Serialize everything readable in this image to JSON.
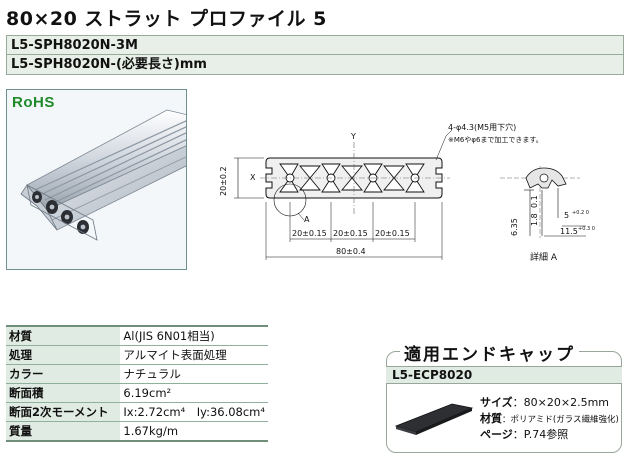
{
  "title": "80×20 ストラット プロファイル 5",
  "codes": [
    "L5-SPH8020N-3M",
    "L5-SPH8020N-(必要長さ)mm"
  ],
  "rohs": "RoHS",
  "drawing": {
    "note_hole": "4-φ4.3(M5用下穴)",
    "note_tap": "※M6やφ6まで加工できます。",
    "axis_x": "X",
    "axis_y": "Y",
    "dim_height": "20±0.2",
    "dim_pitch": [
      "20±0.15",
      "20±0.15",
      "20±0.15"
    ],
    "dim_width": "80±0.4",
    "detail_ref": "A",
    "detail_title": "詳細 A",
    "detail_dims": {
      "d1": "6.35",
      "d2": "1.8",
      "d3": "0.1",
      "slot": "5",
      "slot_tol": "+0.2 0",
      "width": "11.5",
      "width_tol": "+0.3 0"
    }
  },
  "specs": [
    {
      "label": "材質",
      "value": "Al(JIS 6N01相当)"
    },
    {
      "label": "処理",
      "value": "アルマイト表面処理"
    },
    {
      "label": "カラー",
      "value": "ナチュラル"
    },
    {
      "label": "断面積",
      "value": "6.19cm²"
    },
    {
      "label": "断面2次モーメント",
      "value": "Ix:2.72cm⁴　Iy:36.08cm⁴"
    },
    {
      "label": "質量",
      "value": "1.67kg/m"
    }
  ],
  "end_cap": {
    "title": "適用エンドキャップ",
    "code": "L5-ECP8020",
    "size_label": "サイズ",
    "size_value": "：80×20×2.5mm",
    "material_label": "材質",
    "material_value": "：ポリアミド(ガラス繊維強化)",
    "page_label": "ページ",
    "page_value": "：P.74参照"
  },
  "colors": {
    "table_label_bg": "#e0ebe3",
    "code_bg": "#e8efe8",
    "rule_green": "#8fb09b",
    "rohs_green": "#1f8a2a"
  }
}
